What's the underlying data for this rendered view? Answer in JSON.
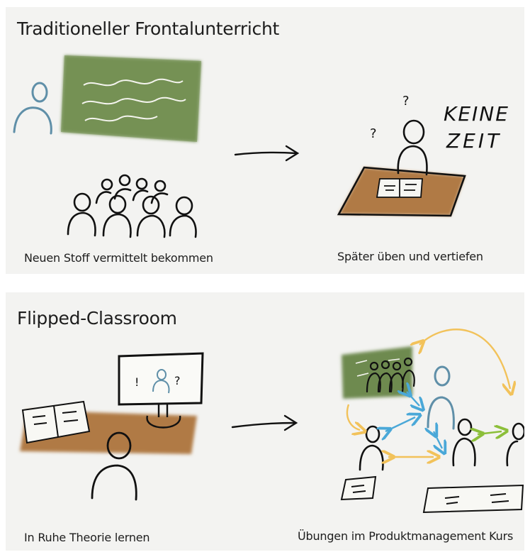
{
  "sections": {
    "traditional": {
      "title": "Traditioneller Frontalunterricht",
      "caption_left": "Neuen Stoff vermittelt bekommen",
      "caption_right": "Später üben und vertiefen",
      "handwriting_line1": "KEINE",
      "handwriting_line2": "ZEIT",
      "question_mark": "?"
    },
    "flipped": {
      "title": "Flipped-Classroom",
      "caption_left": "In Ruhe Theorie lernen",
      "caption_right": "Übungen im Produktmanagement Kurs"
    }
  },
  "colors": {
    "chalkboard": "#6e8a4f",
    "desk": "#b07a45",
    "teacher": "#5f8fa8",
    "arrow_yellow": "#f2c25a",
    "arrow_blue": "#4aa8d8",
    "arrow_green": "#8cbf3a",
    "ink": "#111111"
  }
}
